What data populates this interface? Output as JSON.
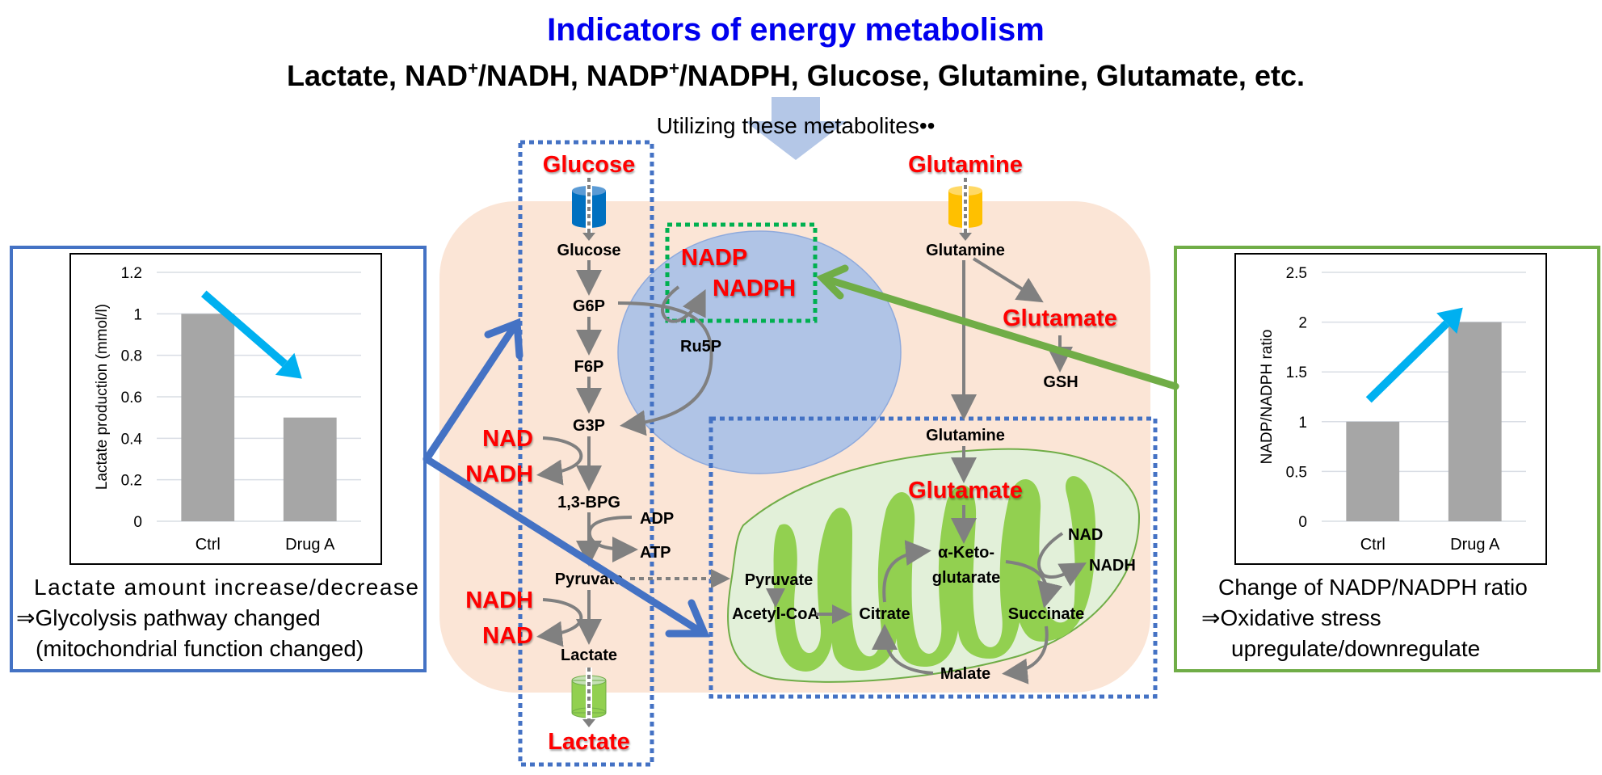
{
  "title": "Indicators of energy metabolism",
  "subtitle_parts": [
    "Lactate, NAD",
    "+",
    "/NADH, NADP",
    "+",
    "/NADPH, Glucose, Glutamine, Glutamate, etc."
  ],
  "utilizing_text": "Utilizing these metabolites••",
  "colors": {
    "title": "#0000ee",
    "metabolite_red": "#ff0000",
    "cell_bg": "#fbe5d6",
    "nucleus": "#b0c4e6",
    "mito_fill": "#e2f0d9",
    "cristae": "#92d050",
    "left_panel": "#4472c4",
    "right_panel": "#70ad47",
    "trend_arrow": "#00b0f0",
    "bar": "#a6a6a6",
    "pathway_arrow": "#808080",
    "glucose_transporter": "#0070c0",
    "glutamine_transporter": "#ffc000",
    "lactate_transporter": "#92d050"
  },
  "pathway": {
    "extracellular": {
      "glucose": "Glucose",
      "glutamine": "Glutamine",
      "lactate": "Lactate"
    },
    "glycolysis": {
      "glucose": "Glucose",
      "g6p": "G6P",
      "f6p": "F6P",
      "g3p": "G3P",
      "bpg": "1,3-BPG",
      "pyruvate": "Pyruvate",
      "lactate": "Lactate",
      "nad1": "NAD",
      "nadh1": "NADH",
      "adp": "ADP",
      "atp": "ATP",
      "nadh2": "NADH",
      "nad2": "NAD"
    },
    "ppp": {
      "nadp": "NADP",
      "nadph": "NADPH",
      "ru5p": "Ru5P"
    },
    "glutaminolysis": {
      "glutamine": "Glutamine",
      "glutamate": "Glutamate",
      "gsh": "GSH"
    },
    "mitochondria": {
      "glutamine": "Glutamine",
      "glutamate": "Glutamate",
      "pyruvate": "Pyruvate",
      "acetyl_coa": "Acetyl-CoA",
      "citrate": "Citrate",
      "akg_line1": "α-Keto-",
      "akg_line2": "glutarate",
      "succinate": "Succinate",
      "malate": "Malate",
      "nad": "NAD",
      "nadh": "NADH"
    }
  },
  "left_panel": {
    "caption_line1": "Lactate amount increase/decrease",
    "caption_line2": "⇒Glycolysis pathway changed",
    "caption_line3": "(mitochondrial function changed)"
  },
  "right_panel": {
    "caption_line1": "Change of NADP/NADPH ratio",
    "caption_line2": "⇒Oxidative stress",
    "caption_line3": "upregulate/downregulate"
  },
  "chart_data": [
    {
      "type": "bar",
      "title": "",
      "categories": [
        "Ctrl",
        "Drug A"
      ],
      "values": [
        1.0,
        0.5
      ],
      "xlabel": "",
      "ylabel": "Lactate production (mmol/l)",
      "ylim": [
        0,
        1.2
      ],
      "yticks": [
        "0",
        "0.2",
        "0.4",
        "0.6",
        "0.8",
        "1",
        "1.2"
      ],
      "ytick_values": [
        0,
        0.2,
        0.4,
        0.6,
        0.8,
        1.0,
        1.2
      ],
      "grid": true,
      "annotation": "decreasing trend arrow"
    },
    {
      "type": "bar",
      "title": "",
      "categories": [
        "Ctrl",
        "Drug A"
      ],
      "values": [
        1.0,
        2.0
      ],
      "xlabel": "",
      "ylabel": "NADP/NADPH ratio",
      "ylim": [
        0,
        2.5
      ],
      "yticks": [
        "0",
        "0.5",
        "1",
        "1.5",
        "2",
        "2.5"
      ],
      "ytick_values": [
        0,
        0.5,
        1.0,
        1.5,
        2.0,
        2.5
      ],
      "grid": true,
      "annotation": "increasing trend arrow"
    }
  ]
}
